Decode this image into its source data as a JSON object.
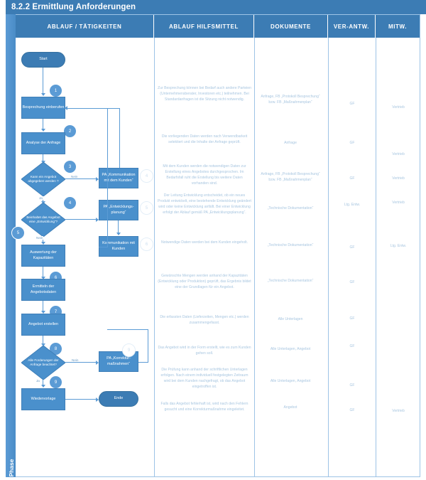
{
  "document": {
    "title": "8.2.2 Ermittlung Anforderungen",
    "phase_label": "Phase"
  },
  "colors": {
    "header_bg": "#3c7cb4",
    "shape_fill": "#4a90cc",
    "terminator_fill": "#3c7cb4",
    "connector": "#5b9bd5",
    "badge": "#5b9bd5",
    "frame_border": "#9dc3e6",
    "body_text": "#a8c6e0"
  },
  "columns": [
    {
      "key": "ablauf",
      "label": "ABLAUF / TÄTIGKEITEN"
    },
    {
      "key": "hilfsmittel",
      "label": "ABLAUF HILFSMITTEL"
    },
    {
      "key": "dokumente",
      "label": "DOKUMENTE"
    },
    {
      "key": "verantw",
      "label": "VER-ANTW."
    },
    {
      "key": "mitw",
      "label": "MITW."
    }
  ],
  "flow": {
    "start_label": "Start",
    "end_label": "Ende",
    "yes_label": "Ja",
    "no_label": "Nein",
    "nodes": [
      {
        "id": "start",
        "type": "terminator",
        "label": "Start"
      },
      {
        "id": "n1",
        "type": "process",
        "step": "1",
        "label": "Besprechung einberufen"
      },
      {
        "id": "n2",
        "type": "process",
        "step": "2",
        "label": "Analyse der Anfrage"
      },
      {
        "id": "d3",
        "type": "decision",
        "step": "3",
        "label": "Kann ein Angebot abgegeben werden ?"
      },
      {
        "id": "p4",
        "type": "process",
        "step": "4",
        "label": "PA „Kommunikation mit dem Kunden“"
      },
      {
        "id": "d4",
        "type": "decision",
        "step": "4",
        "label": "Beinhaltet das Angebot eine „Entwicklung“?"
      },
      {
        "id": "p5",
        "type": "process",
        "step": "5",
        "label": "PA „Entwicklungs-planung“"
      },
      {
        "id": "p6",
        "type": "process",
        "step": "6",
        "label": "Kommunikation mit Kunden"
      },
      {
        "id": "n5",
        "type": "process",
        "step": "5",
        "label": "Auswertung der Kapazitäten"
      },
      {
        "id": "n6",
        "type": "process",
        "step": "6",
        "label": "Ermitteln der Angebotsdaten"
      },
      {
        "id": "n7",
        "type": "process",
        "step": "7",
        "label": "Angebot erstellen"
      },
      {
        "id": "d8",
        "type": "decision",
        "step": "8",
        "label": "Alle Forderungen der Anfrage beachtet?"
      },
      {
        "id": "p9",
        "type": "process",
        "step": "9",
        "label": "PA „Korrektur-maßnahmen“"
      },
      {
        "id": "n9",
        "type": "process",
        "step": "9",
        "label": "Wiedervorlage"
      },
      {
        "id": "end",
        "type": "terminator",
        "label": "Ende"
      }
    ]
  },
  "rows": [
    {
      "hilfsmittel": "Zur Besprechung können bei Bedarf auch andere Parteien (Unternehmensberater, Investoren etc.) teilnehmen. Bei Standardanfragen ist die Sitzung nicht notwendig.",
      "dokumente": "Anfrage, FB „Protokoll Besprechung“ bzw. FB „Maßnahmenplan“",
      "verantw": "GF",
      "mitw": "Vertrieb"
    },
    {
      "hilfsmittel": "Die vorliegenden Daten werden nach Verwendbarkeit selektiert und die Inhalte der Anfrage geprüft.",
      "dokumente": "Anfrage",
      "verantw": "GF",
      "mitw": "Vertrieb"
    },
    {
      "hilfsmittel": "Mit dem Kunden werden die notwendigen Daten zur Erstellung eines Angebotes durchgesprochen. Im Bedarfsfall ruht die Erstellung bis weitere Daten vorhanden sind.",
      "dokumente": "Anfrage, FB „Protokoll Besprechung“ bzw. FB „Maßnahmenplan“",
      "verantw": "GF",
      "mitw": "Vertrieb"
    },
    {
      "hilfsmittel": "Der Leitung Entwicklung entscheidet, ob ein neues Produkt entwickelt, eine bestehende Entwicklung geändert wird oder keine Entwicklung anfällt. Bei einer Entwicklung erfolgt der Ablauf gemäß PA „Entwicklungsplanung“.",
      "dokumente": "„Technische Dokumentation“",
      "verantw": "Ltg. Entw.",
      "mitw": "Vertrieb"
    },
    {
      "hilfsmittel": "Notwendige Daten werden bei dem Kunden eingeholt.",
      "dokumente": "„Technische Dokumentation“",
      "verantw": "GF",
      "mitw": "Ltg. Entw."
    },
    {
      "hilfsmittel": "Gewünschte Mengen werden anhand der Kapazitäten (Entwicklung oder Produktion) geprüft, das Ergebnis bildet eine der Grundlagen für ein Angebot.",
      "dokumente": "„Technische Dokumentation“",
      "verantw": "GF",
      "mitw": ""
    },
    {
      "hilfsmittel": "Die erfassten Daten (Lieferzeiten, Mengen etc.) werden zusammengefasst.",
      "dokumente": "Alle Unterlagen",
      "verantw": "GF",
      "mitw": ""
    },
    {
      "hilfsmittel": "Das Angebot wird in der Form erstellt, wie es zum Kunden gehen soll.",
      "dokumente": "Alle Unterlagen, Angebot",
      "verantw": "GF",
      "mitw": ""
    },
    {
      "hilfsmittel": "Die Prüfung kann anhand der schriftlichen Unterlagen erfolgen. Nach einem individuell festgelegten Zeitraum wird bei dem Kunden nachgefragt, ob das Angebot eingetroffen ist.",
      "dokumente": "Alle Unterlagen, Angebot",
      "verantw": "GF",
      "mitw": ""
    },
    {
      "hilfsmittel": "Falls das Angebot fehlerhaft ist, wird nach den Fehlern gesucht und eine Korrekturmaßnahme eingeleitet.",
      "dokumente": "Angebot",
      "verantw": "GF",
      "mitw": "Vertrieb"
    }
  ]
}
